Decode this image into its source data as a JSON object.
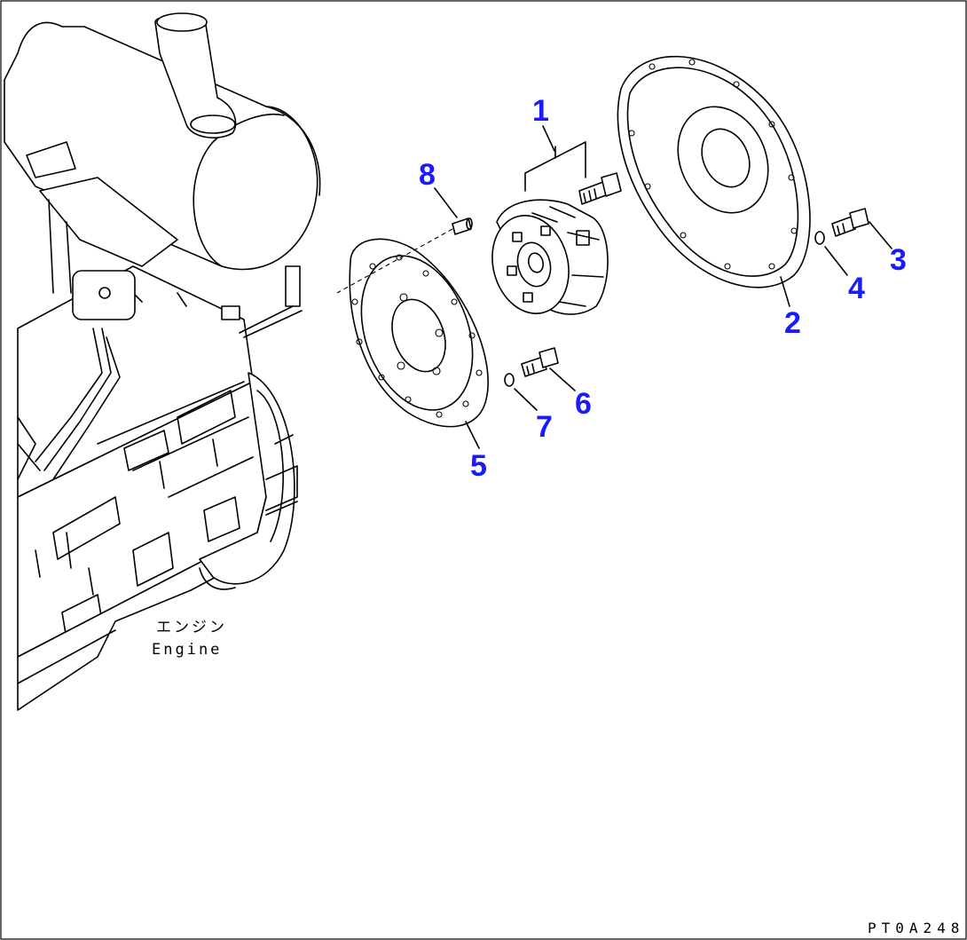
{
  "diagram": {
    "engine_label_jp": "エンジン",
    "engine_label_en": "Engine",
    "drawing_code": "PT0A248",
    "callouts": [
      {
        "id": "callout-1",
        "text": "1"
      },
      {
        "id": "callout-2",
        "text": "2"
      },
      {
        "id": "callout-3",
        "text": "3"
      },
      {
        "id": "callout-4",
        "text": "4"
      },
      {
        "id": "callout-5",
        "text": "5"
      },
      {
        "id": "callout-6",
        "text": "6"
      },
      {
        "id": "callout-7",
        "text": "7"
      },
      {
        "id": "callout-8",
        "text": "8"
      }
    ],
    "colors": {
      "callout": "#1a1aff",
      "line": "#000000",
      "background": "#ffffff"
    }
  }
}
